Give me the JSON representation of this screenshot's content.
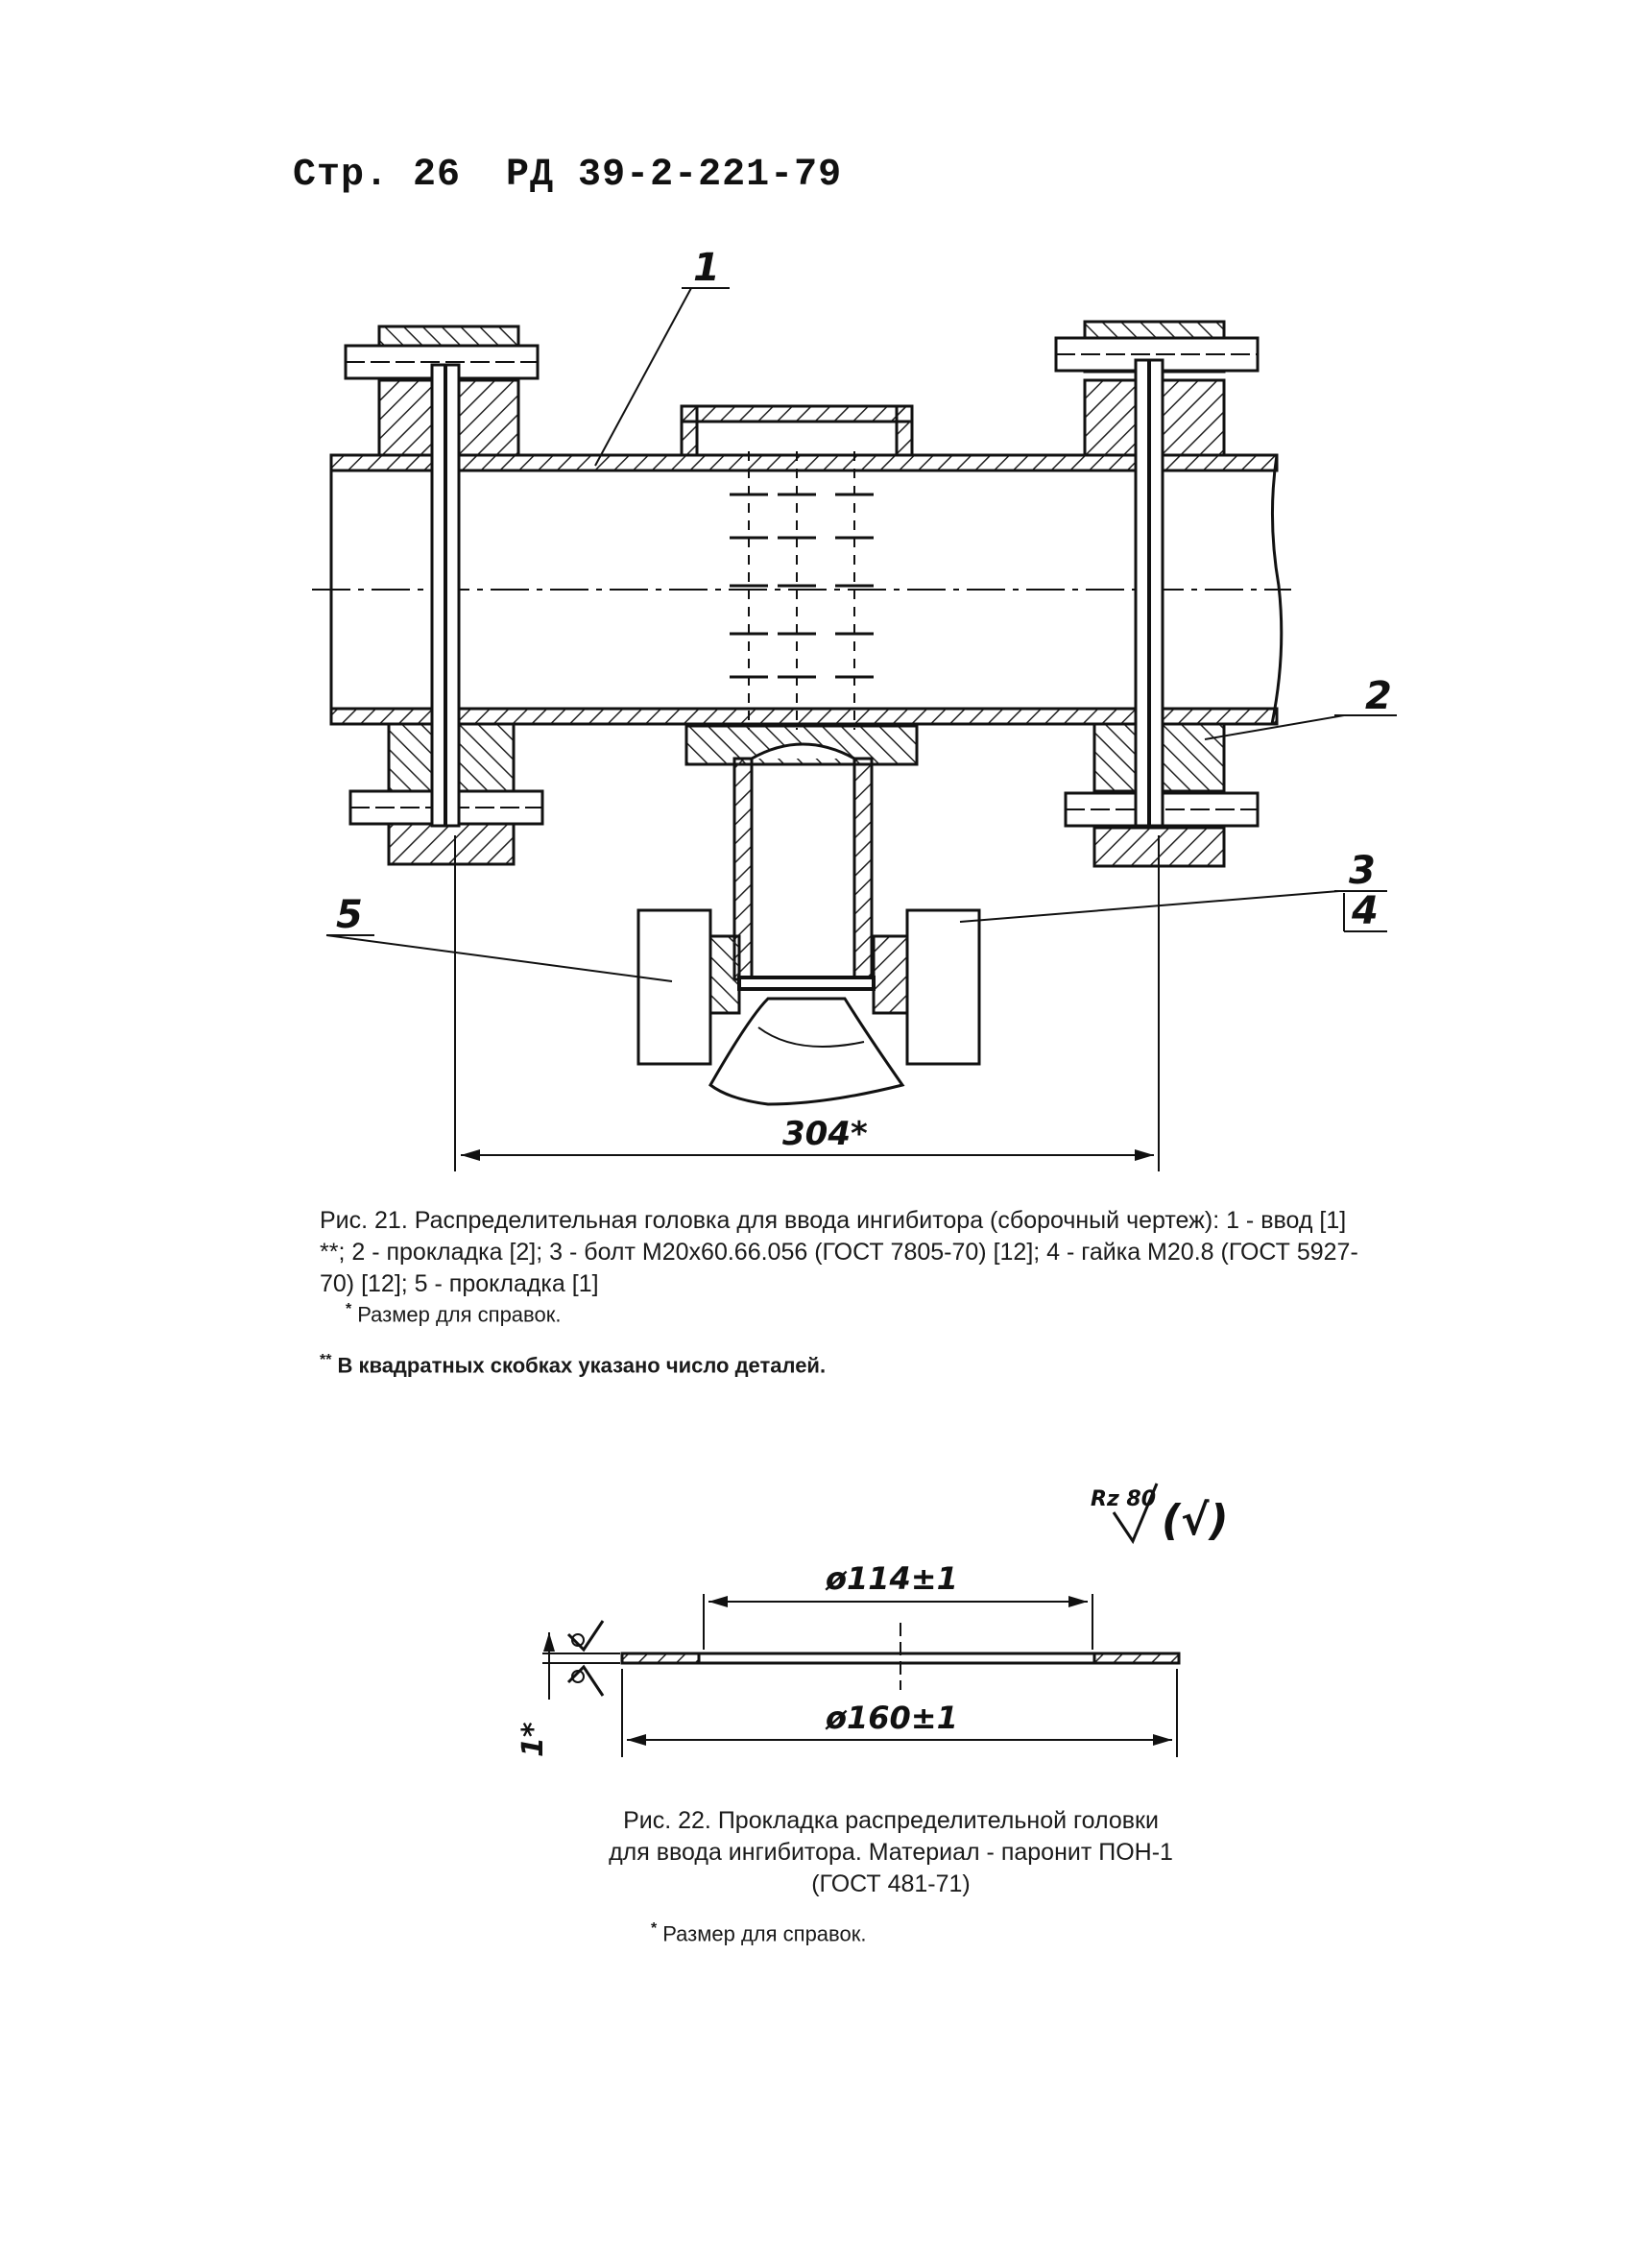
{
  "header": {
    "page_label": "Стр. 26",
    "doc_code": "РД 39-2-221-79"
  },
  "figure21": {
    "callouts": {
      "c1": "1",
      "c2": "2",
      "c3": "3",
      "c4": "4",
      "c5": "5"
    },
    "dimension": "304*",
    "caption": "Рис. 21. Распределительная головка для ввода ингибитора (сборочный чертеж): 1 - ввод [1] **; 2 - прокладка [2]; 3 - болт М20х60.66.056 (ГОСТ 7805-70) [12]; 4 - гайка М20.8 (ГОСТ 5927-70) [12]; 5 - прокладка [1]",
    "note_ref_mark": "*",
    "note_ref": "Размер для справок.",
    "note_count_mark": "**",
    "note_count": "В квадратных скобках указано число деталей."
  },
  "figure22": {
    "roughness": "Rz 80",
    "roughness_paren": "(√)",
    "dim_inner": "ø114±1",
    "dim_outer": "ø160±1",
    "dim_thickness": "1*",
    "caption": "Рис. 22. Прокладка распределительной головки для ввода ингибитора. Материал - паронит ПОН-1 (ГОСТ 481-71)",
    "note_mark": "*",
    "note": "Размер для справок."
  }
}
